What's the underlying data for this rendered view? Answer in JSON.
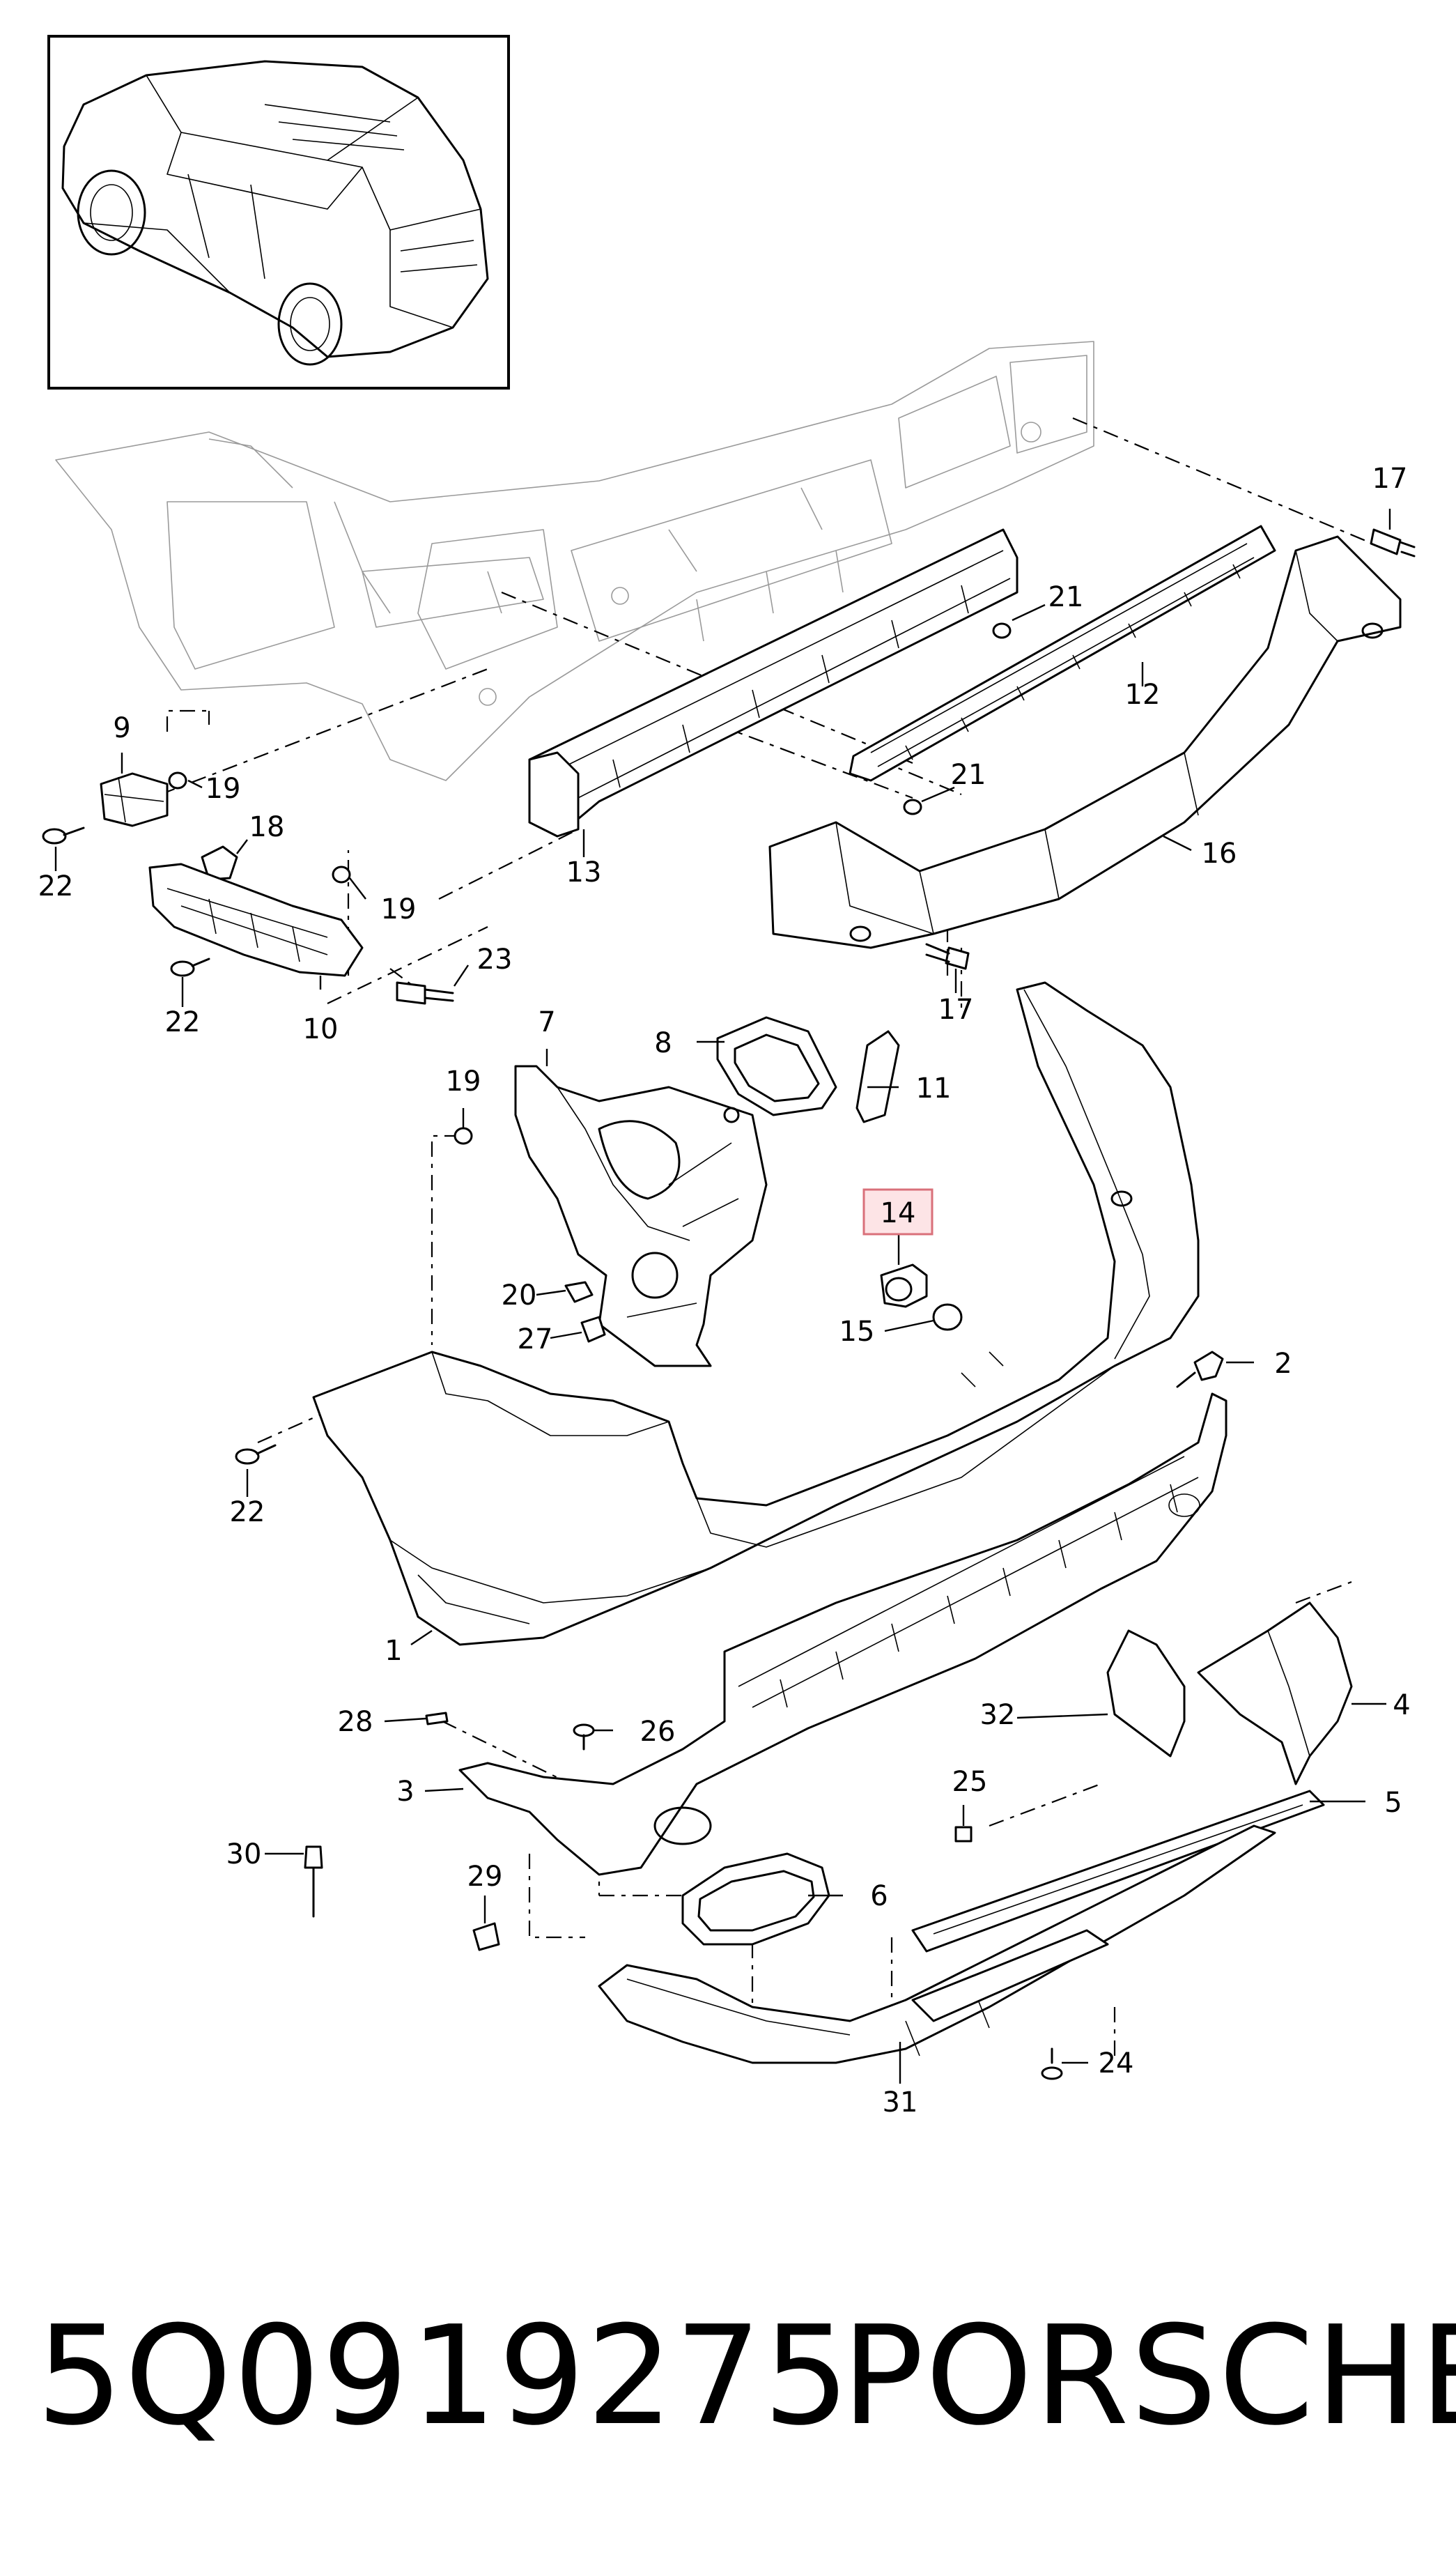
{
  "caption": {
    "part_number": "5Q0919275",
    "brand": "PORSCHE"
  },
  "highlight_color": "#d9707a",
  "callouts": [
    {
      "id": "c1",
      "text": "1"
    },
    {
      "id": "c2",
      "text": "2"
    },
    {
      "id": "c3",
      "text": "3"
    },
    {
      "id": "c4",
      "text": "4"
    },
    {
      "id": "c5",
      "text": "5"
    },
    {
      "id": "c6",
      "text": "6"
    },
    {
      "id": "c7",
      "text": "7"
    },
    {
      "id": "c8",
      "text": "8"
    },
    {
      "id": "c9",
      "text": "9"
    },
    {
      "id": "c10",
      "text": "10"
    },
    {
      "id": "c11",
      "text": "11"
    },
    {
      "id": "c12",
      "text": "12"
    },
    {
      "id": "c13",
      "text": "13"
    },
    {
      "id": "c14",
      "text": "14"
    },
    {
      "id": "c15",
      "text": "15"
    },
    {
      "id": "c16",
      "text": "16"
    },
    {
      "id": "c17a",
      "text": "17"
    },
    {
      "id": "c17b",
      "text": "17"
    },
    {
      "id": "c18",
      "text": "18"
    },
    {
      "id": "c19a",
      "text": "19"
    },
    {
      "id": "c19b",
      "text": "19"
    },
    {
      "id": "c19c",
      "text": "19"
    },
    {
      "id": "c20",
      "text": "20"
    },
    {
      "id": "c21a",
      "text": "21"
    },
    {
      "id": "c21b",
      "text": "21"
    },
    {
      "id": "c22a",
      "text": "22"
    },
    {
      "id": "c22b",
      "text": "22"
    },
    {
      "id": "c22c",
      "text": "22"
    },
    {
      "id": "c23",
      "text": "23"
    },
    {
      "id": "c24",
      "text": "24"
    },
    {
      "id": "c25",
      "text": "25"
    },
    {
      "id": "c26",
      "text": "26"
    },
    {
      "id": "c27",
      "text": "27"
    },
    {
      "id": "c28",
      "text": "28"
    },
    {
      "id": "c29",
      "text": "29"
    },
    {
      "id": "c30",
      "text": "30"
    },
    {
      "id": "c31",
      "text": "31"
    },
    {
      "id": "c32",
      "text": "32"
    }
  ]
}
